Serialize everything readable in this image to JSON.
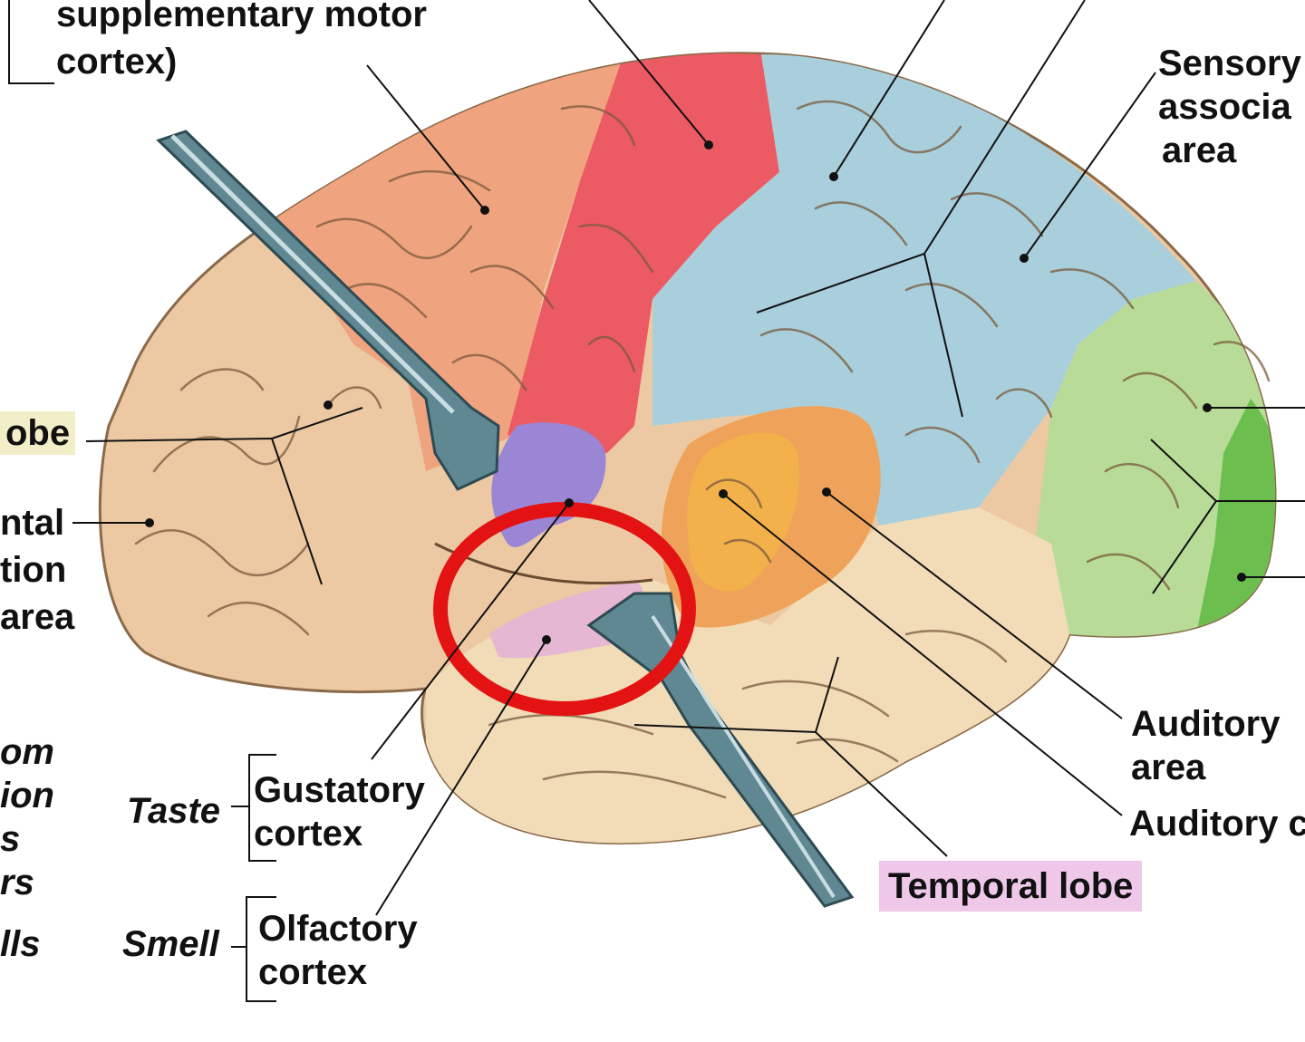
{
  "colors": {
    "frontal": "#ecc9a3",
    "premotor": "#f0a37f",
    "primary_motor": "#ec5a63",
    "somatosensory": "#a9cfdc",
    "visual": "#b8dc98",
    "visual_primary": "#6cbf4e",
    "auditory_primary": "#f2b14a",
    "auditory_assoc": "#efa35a",
    "temporal": "#f1dcb7",
    "gustatory": "#9a86d4",
    "olfactory": "#e6b7d2",
    "highlight_circle": "#e41313",
    "label_highlight_frontal": "#f2efc8",
    "label_highlight_temporal": "#efc8e9"
  },
  "labels": {
    "supp_motor_line1": "supplementary motor",
    "supp_motor_line2": "cortex)",
    "sensory_line1": "Sensory",
    "sensory_line2": "associa",
    "sensory_line3": "area",
    "frontal_lobe": "obe",
    "prefrontal_line1": "ntal",
    "prefrontal_line2": "tion",
    "prefrontal_line3": "area",
    "left_cut_1": "om",
    "left_cut_2": "ion",
    "left_cut_3": "s",
    "left_cut_4": "rs",
    "left_cut_5": "lls",
    "taste": "Taste",
    "gustatory_line1": "Gustatory",
    "gustatory_line2": "cortex",
    "smell": "Smell",
    "olfactory_line1": "Olfactory",
    "olfactory_line2": "cortex",
    "auditory_area_line1": "Auditory",
    "auditory_area_line2": "area",
    "auditory_cortex": "Auditory c",
    "temporal_lobe": "Temporal lobe"
  }
}
